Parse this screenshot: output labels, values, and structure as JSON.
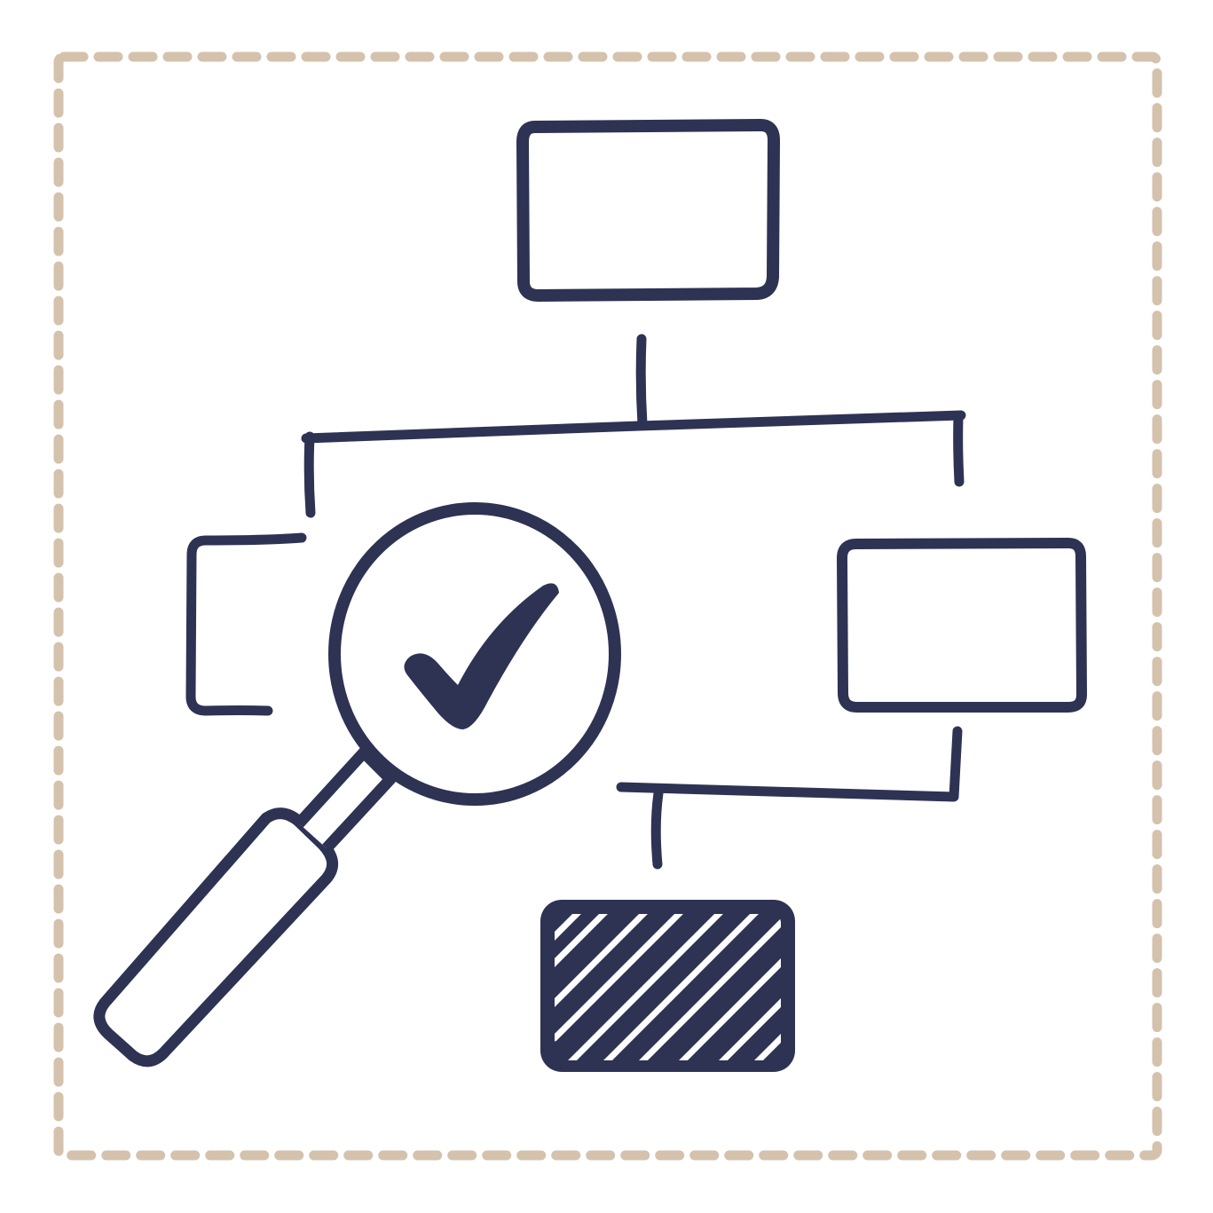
{
  "illustration": {
    "colors": {
      "ink": "#2e3354",
      "frame": "#d4c2ad",
      "paper": "#ffffff"
    },
    "frame": {
      "style": "dashed"
    },
    "icons": [
      "flowchart-node",
      "magnifying-glass-icon",
      "checkmark-icon",
      "hatched-node"
    ]
  }
}
